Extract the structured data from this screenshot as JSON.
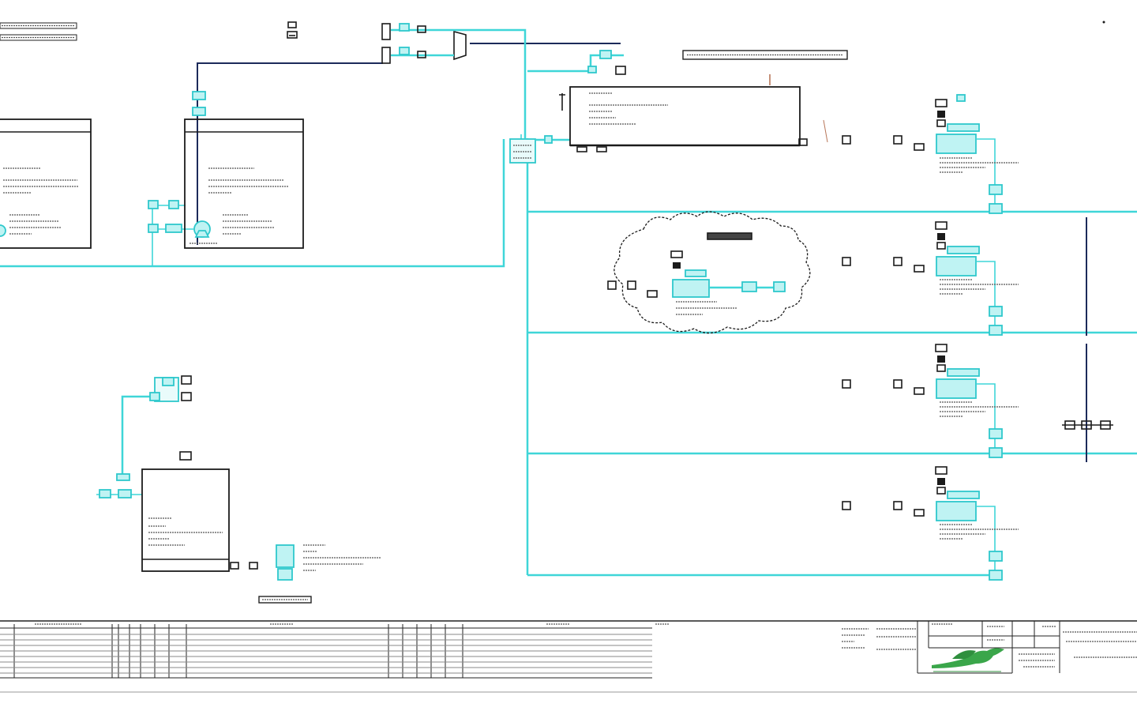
{
  "drawing": {
    "background": "#ffffff",
    "pipe_color": "#3fd6d8",
    "main_line_color": "#1c2a5a",
    "logo_color": "#3aa64a"
  },
  "tanks": [
    {
      "id": "tank-left"
    },
    {
      "id": "tank-center"
    },
    {
      "id": "tank-small"
    },
    {
      "id": "tank-horizontal"
    }
  ],
  "pump_rows": [
    {
      "id": "row-1"
    },
    {
      "id": "row-2"
    },
    {
      "id": "row-3"
    },
    {
      "id": "row-4"
    }
  ],
  "title_block": {
    "logo_icon": "company-logo-icon"
  }
}
